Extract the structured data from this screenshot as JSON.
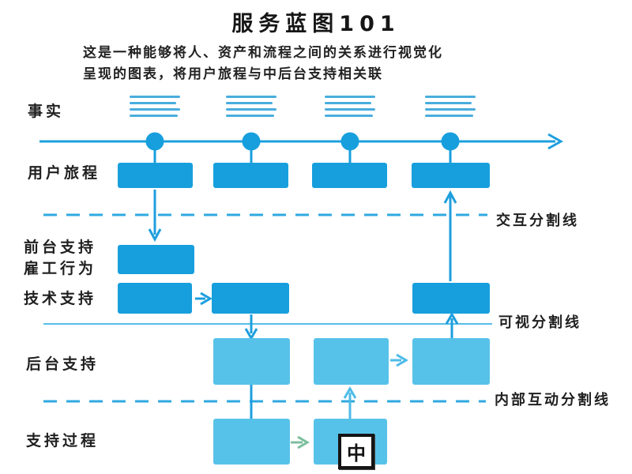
{
  "title": "服务蓝图101",
  "subtitle": {
    "line1": "这是一种能够将人、资产和流程之间的关系进行视觉化",
    "line2": "呈现的图表，将用户旅程与中后台支持相关联"
  },
  "lanes": {
    "facts": "事实",
    "user_journey": "用户旅程",
    "frontstage_support": "前台支持",
    "employee_actions": "雇工行为",
    "tech_support": "技术支持",
    "backstage_support": "后台支持",
    "support_process": "支持过程"
  },
  "dividers": {
    "interaction_line": "交互分割线",
    "visibility_line": "可视分割线",
    "internal_interaction_line": "内部互动分割线"
  },
  "ime_badge": "中",
  "colors": {
    "dark_blue": "#179FDD",
    "light_blue": "#57C2E9",
    "divider_blue": "#56BEE8",
    "arrow_blue": "#1E9FDE",
    "green_arrow": "#7CBF9E",
    "text": "#1B1B1B"
  }
}
